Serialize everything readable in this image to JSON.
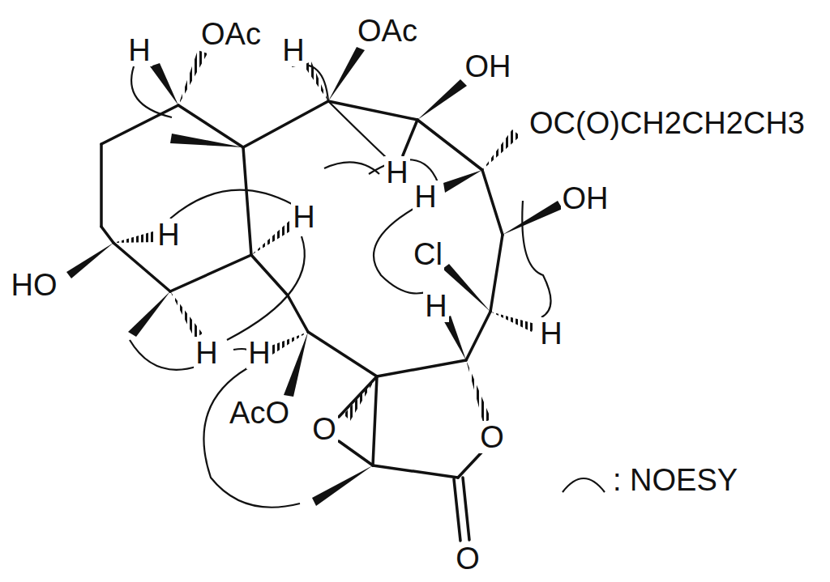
{
  "diagram": {
    "labels": [
      "OAc",
      "OAc",
      "OH",
      "OC(O)CH2CH2CH3",
      "H",
      "H",
      "H",
      "H",
      "OH",
      "H",
      "H",
      "HO",
      "Cl",
      "H",
      "H",
      "H",
      "H",
      "AcO",
      "O",
      "O",
      "O"
    ],
    "legend": [
      {
        "text": ": NOESY"
      }
    ]
  }
}
